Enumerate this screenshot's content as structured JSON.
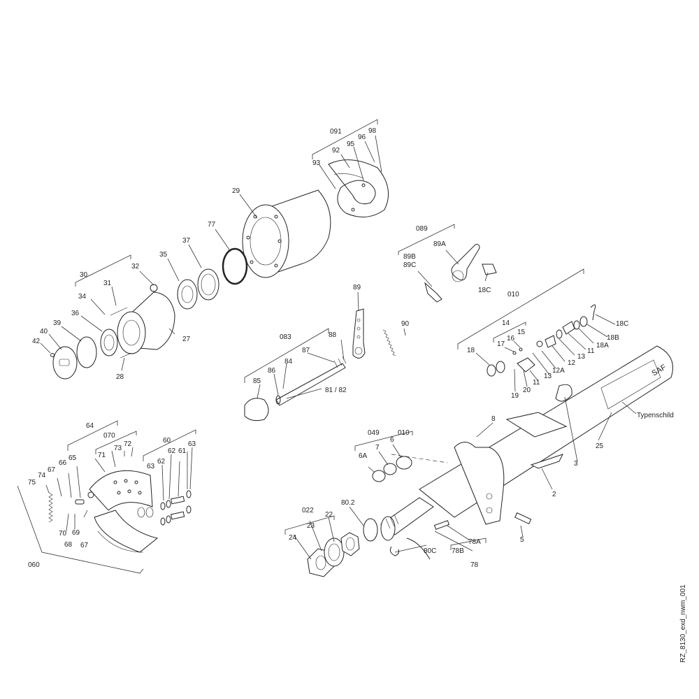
{
  "drawing_ref": "RZ_8130_exd_nwm_001",
  "nameplate_label": "Typenschild",
  "nameplate_logo": "SAF",
  "labels": {
    "l091": "091",
    "l98": "98",
    "l96": "96",
    "l95": "95",
    "l92": "92",
    "l93": "93",
    "l29": "29",
    "l77": "77",
    "l37": "37",
    "l35": "35",
    "l32": "32",
    "l30": "30",
    "l31": "31",
    "l34": "34",
    "l36": "36",
    "l39": "39",
    "l40": "40",
    "l42": "42",
    "l27": "27",
    "l28": "28",
    "l089": "089",
    "l89A": "89A",
    "l89B": "89B",
    "l89C": "89C",
    "l18C_a": "18C",
    "l89": "89",
    "l90": "90",
    "l010_a": "010",
    "l18C_b": "18C",
    "l14": "14",
    "l15": "15",
    "l16": "16",
    "l17": "17",
    "l18": "18",
    "l18A": "18A",
    "l18B": "18B",
    "l11_a": "11",
    "l11_b": "11",
    "l12": "12",
    "l12A": "12A",
    "l13_a": "13",
    "l13_b": "13",
    "l19": "19",
    "l20": "20",
    "l083": "083",
    "l88": "88",
    "l87": "87",
    "l84": "84",
    "l86": "86",
    "l85": "85",
    "l81_82": "81 / 82",
    "l64": "64",
    "l070": "070",
    "l73": "73",
    "l72": "72",
    "l71": "71",
    "l60": "60",
    "l63_a": "63",
    "l63_b": "63",
    "l62_a": "62",
    "l62_b": "62",
    "l61": "61",
    "l66": "66",
    "l65": "65",
    "l67_a": "67",
    "l67_b": "67",
    "l74": "74",
    "l75": "75",
    "l70": "70",
    "l69": "69",
    "l68": "68",
    "l060": "060",
    "l049": "049",
    "l010_b": "010",
    "l7": "7",
    "l6": "6",
    "l6A": "6A",
    "l8": "8",
    "l3": "3",
    "l25": "25",
    "l2": "2",
    "l5": "5",
    "l022": "022",
    "l22": "22",
    "l23": "23",
    "l24": "24",
    "l80_2": "80.2",
    "l80C": "80C",
    "l78A": "78A",
    "l78B": "78B",
    "l78": "78"
  }
}
